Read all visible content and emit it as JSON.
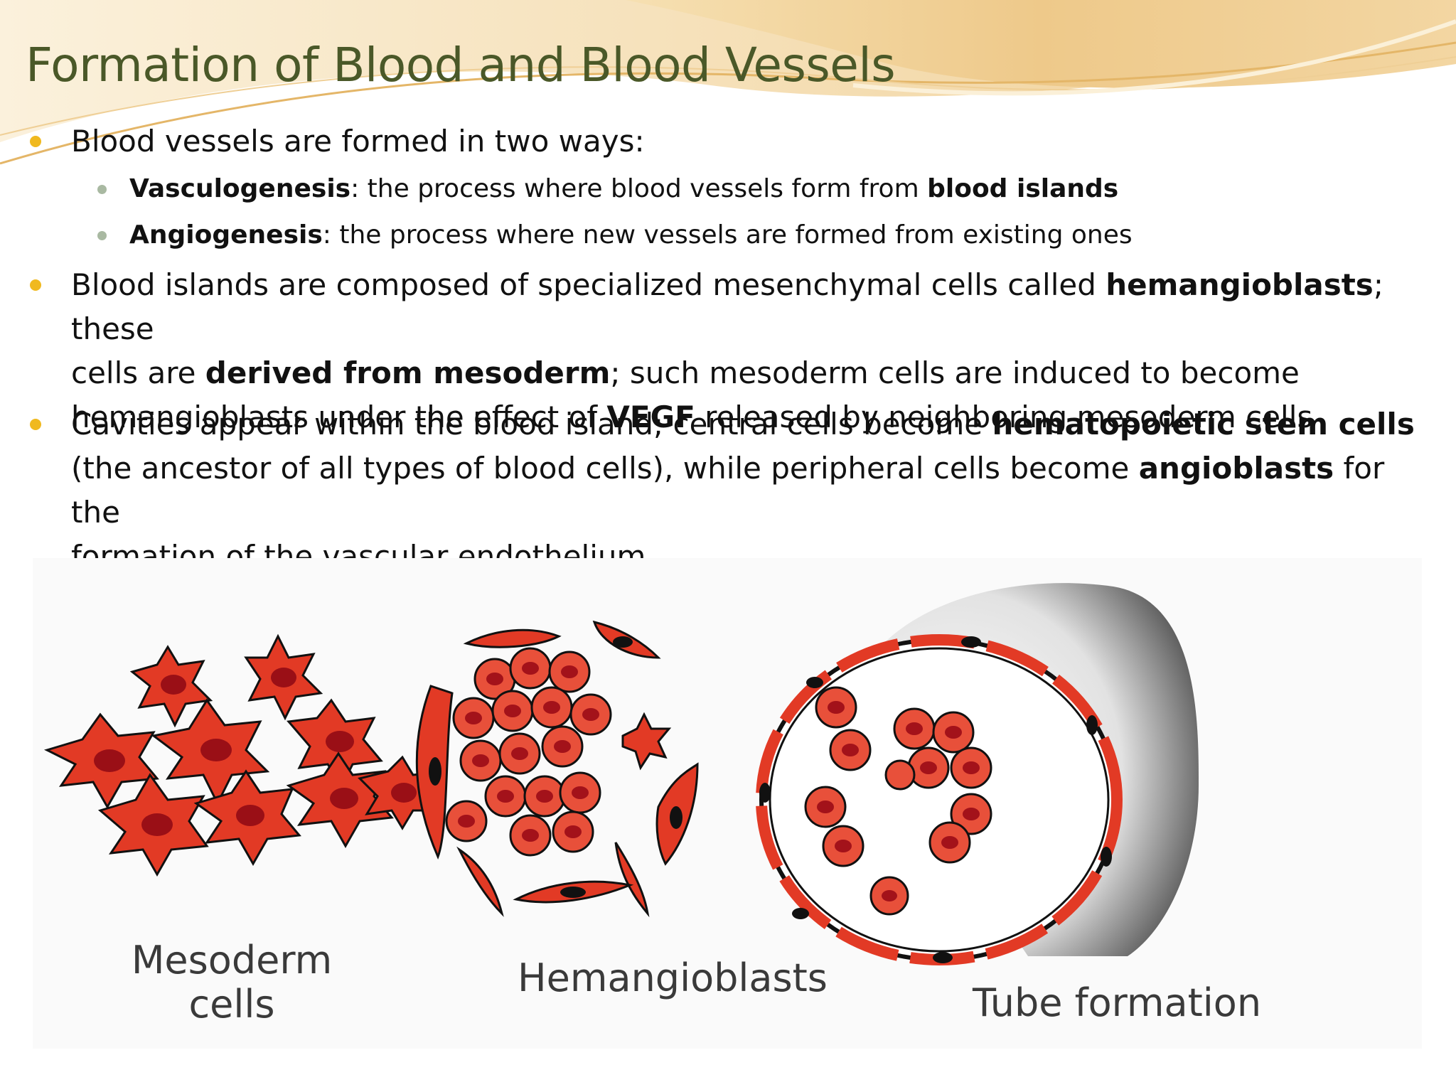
{
  "title": "Formation of Blood and Blood Vessels",
  "bullets": {
    "b1": "Blood vessels are formed in two ways:",
    "b1a": {
      "term": "Vasculogenesis",
      "text": ": the process where blood vessels form from ",
      "term2": "blood islands"
    },
    "b1b": {
      "term": "Angiogenesis",
      "text": ": the process where new vessels are formed from existing ones"
    },
    "b2": {
      "line1_a": "Blood islands are composed of specialized mesenchymal cells called ",
      "line1_b": "hemangioblasts",
      "line1_c": "; these",
      "line2_a": "cells are ",
      "line2_b": "derived from mesoderm",
      "line2_c": "; such mesoderm cells are induced to become",
      "line3_a": "hemangioblasts under the effect of ",
      "line3_b": "VEGF",
      "line3_c": " released by neighboring mesoderm cells"
    },
    "b3": {
      "line1_a": "Cavities appear within the blood island; central cells become ",
      "line1_b": "hematopoietic stem cells",
      "line2_a": "(the ancestor of all types of blood cells), while peripheral cells become ",
      "line2_b": "angioblasts",
      "line2_c": " for the",
      "line3": "formation of the vascular endothelium"
    }
  },
  "diagram": {
    "caption_mesoderm_1": "Mesoderm",
    "caption_mesoderm_2": "cells",
    "caption_hemangioblasts": "Hemangioblasts",
    "caption_tube": "Tube formation"
  },
  "colors": {
    "title": "#4a5828",
    "bullet_lvl1": "#f0b91f",
    "bullet_lvl2": "#a9b9a2",
    "cell_fill": "#e23a25",
    "cell_nucleus": "#9a0f16",
    "cell_outline": "#111111",
    "wave_gold": "#e9c27a"
  }
}
